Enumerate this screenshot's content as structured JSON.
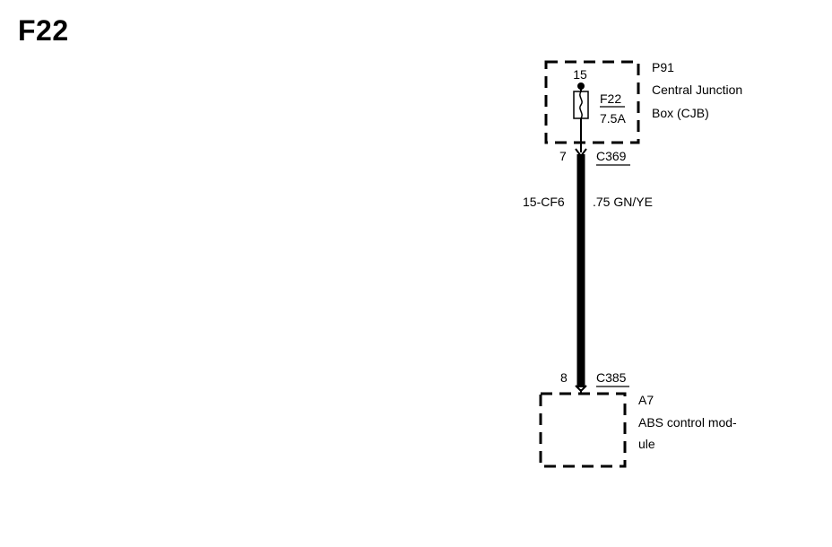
{
  "title": "F22",
  "junction_box": {
    "id": "P91",
    "name_line1": "Central Junction",
    "name_line2": "Box (CJB)",
    "pin": "15"
  },
  "fuse": {
    "id": "F22",
    "rating": "7.5A"
  },
  "connector_top": {
    "pin": "7",
    "id": "C369"
  },
  "wire": {
    "circuit": "15-CF6",
    "spec": ".75 GN/YE"
  },
  "connector_bottom": {
    "pin": "8",
    "id": "C385"
  },
  "module": {
    "id": "A7",
    "name_line1": "ABS control mod-",
    "name_line2": "ule"
  }
}
